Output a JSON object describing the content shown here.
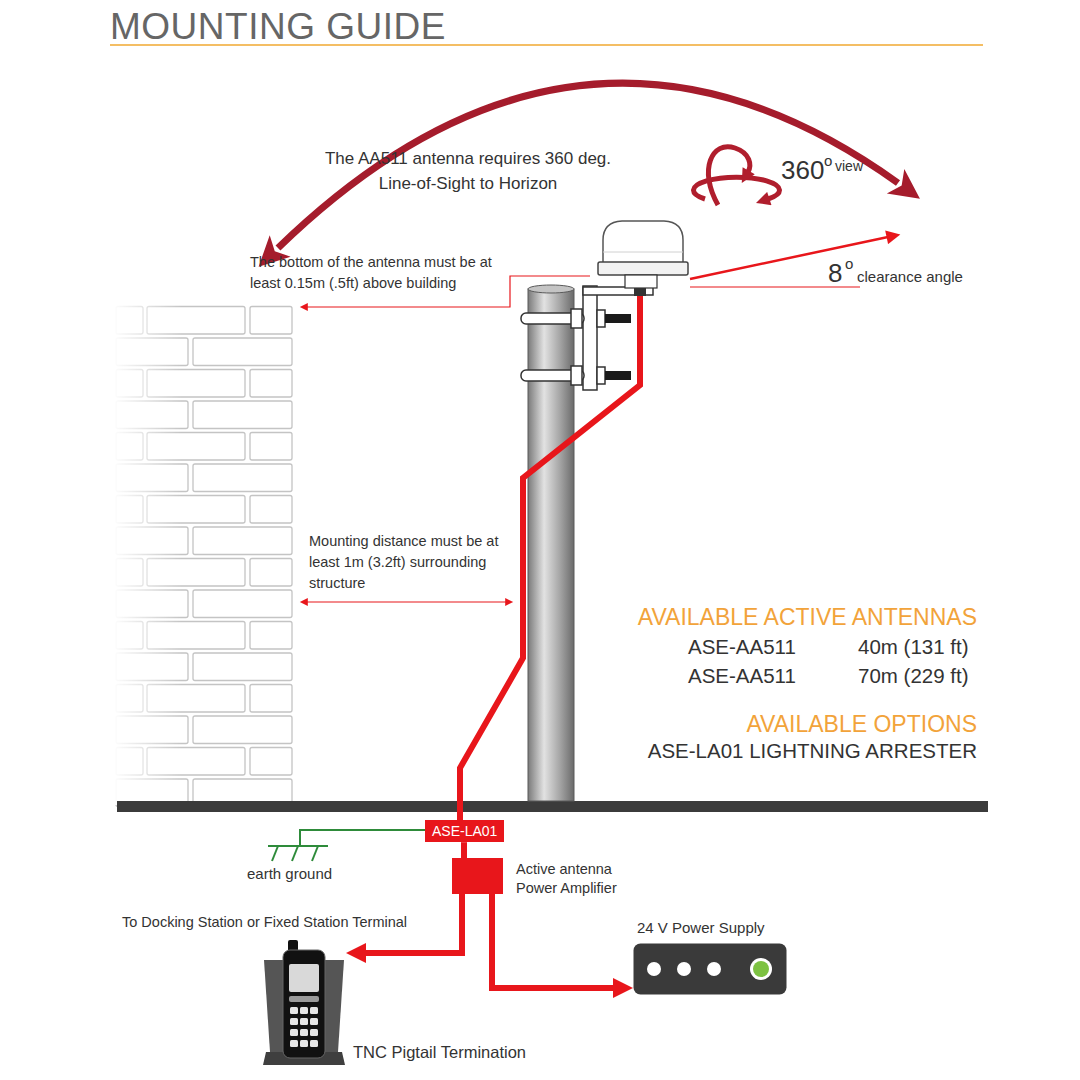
{
  "diagram": {
    "title": "MOUNTING GUIDE",
    "nodes": [
      {
        "text": [
          "ASE-LA01"
        ]
      },
      {
        "text": [
          "Active antenna Power Amplifier"
        ]
      },
      {
        "text": [
          "To Docking Station or Fixed Station Terminal",
          "TNC Pigtail Termination"
        ]
      },
      {
        "text": [
          "24 V Power Supply"
        ]
      }
    ],
    "edges": [
      {
        "from": 0,
        "to": 1,
        "arrow": "none"
      },
      {
        "from": 1,
        "to": 2,
        "arrow": "to"
      },
      {
        "from": 1,
        "to": 3,
        "arrow": "to"
      }
    ],
    "labels": [
      "The AA511 antenna requires 360 deg. Line-of-Sight to Horizon",
      "360",
      "o",
      "view",
      "The bottom of the antenna must be at least 0.15m (.5ft) above building",
      "8",
      "o",
      "clearance angle",
      "Mounting distance must be at least 1m (3.2ft) surrounding structure",
      "AVAILABLE ACTIVE ANTENNAS",
      "ASE-AA511",
      "40m (131 ft)",
      "ASE-AA511",
      "70m (229 ft)",
      "AVAILABLE OPTIONS",
      "ASE-LA01 LIGHTNING ARRESTER",
      "earth ground"
    ]
  }
}
